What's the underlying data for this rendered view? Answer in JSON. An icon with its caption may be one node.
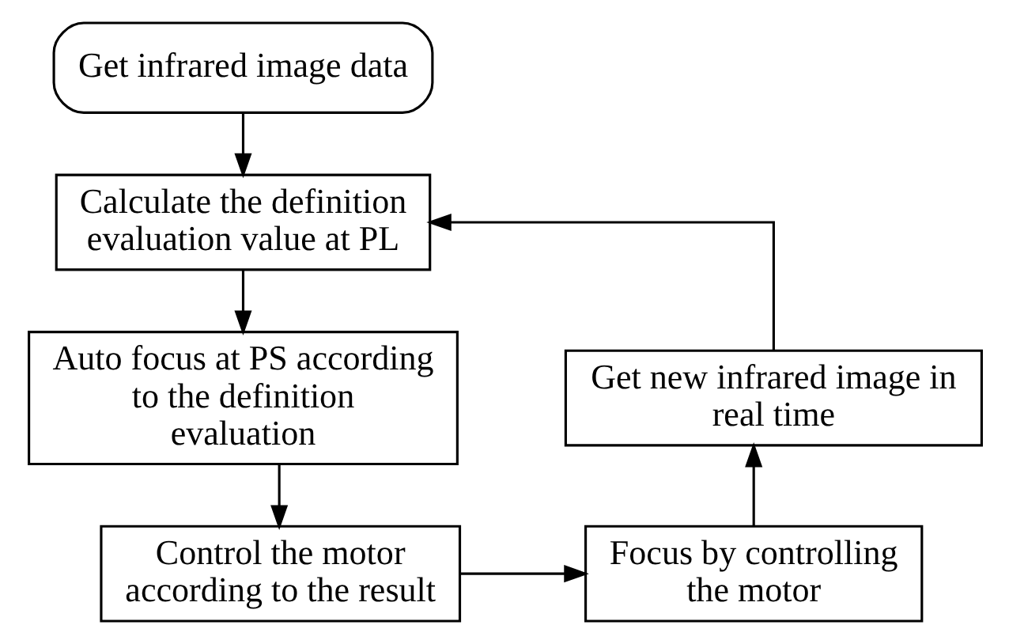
{
  "diagram": {
    "nodes": [
      {
        "text": [
          "Get infrared image data"
        ]
      },
      {
        "text": [
          "Calculate the definition evaluation value at PL"
        ]
      },
      {
        "text": [
          "Auto focus at PS according to the definition evaluation"
        ]
      },
      {
        "text": [
          "Control the motor according to the result"
        ]
      },
      {
        "text": [
          "Focus by controlling the motor"
        ]
      },
      {
        "text": [
          "Get new infrared image in real time"
        ]
      }
    ],
    "edges": [
      {
        "from": 0,
        "to": 1,
        "arrow": "to"
      },
      {
        "from": 1,
        "to": 2,
        "arrow": "to"
      },
      {
        "from": 2,
        "to": 3,
        "arrow": "to"
      },
      {
        "from": 3,
        "to": 4,
        "arrow": "to"
      },
      {
        "from": 4,
        "to": 5,
        "arrow": "to"
      },
      {
        "from": 5,
        "to": 1,
        "arrow": "to"
      }
    ]
  }
}
